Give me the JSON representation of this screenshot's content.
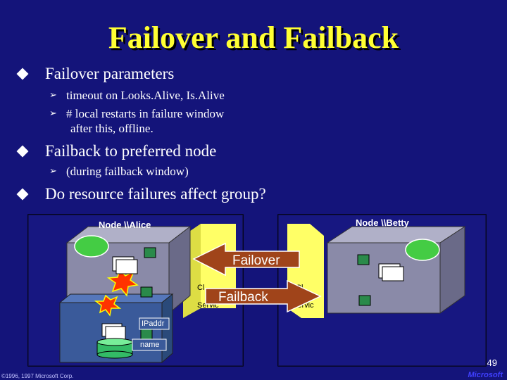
{
  "title": "Failover and Failback",
  "bullets": [
    {
      "text": "Failover parameters"
    },
    {
      "text": "Failback to preferred node"
    },
    {
      "text": "Do resource failures affect group?"
    }
  ],
  "subs": {
    "timeout": "timeout on Looks.Alive, Is.Alive",
    "restarts": "# local restarts in failure window",
    "offline": "after this, offline.",
    "window": "(during failback window)"
  },
  "diagram": {
    "node_alice": "Node \\\\Alice",
    "node_betty": "Node \\\\Betty",
    "failover": "Failover",
    "failback": "Failback",
    "ipaddr": "IPaddr",
    "name": "name",
    "cluster_left_1": "Cl",
    "cluster_left_2": "Servic",
    "cluster_right_1": "Cl",
    "cluster_right_2": "Servic"
  },
  "page_number": "49",
  "copyright": "©1996, 1997 Microsoft Corp.",
  "brand": "Microsoft",
  "colors": {
    "background": "#14147a",
    "title": "#ffff33",
    "box_face": "#8a8aa8",
    "pillar": "#ffff66",
    "arrow": "#a0441a",
    "cloud": "#44cc44"
  }
}
